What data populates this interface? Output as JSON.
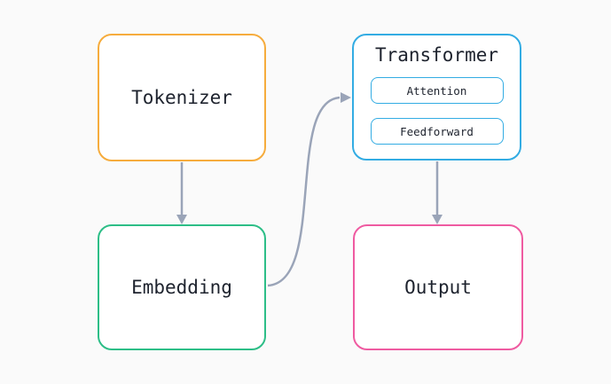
{
  "diagram": {
    "type": "flowchart",
    "background_color": "#fafafa",
    "node_fill_color": "#ffffff",
    "text_color": "#1e232e",
    "arrow_color": "#9aa4b8",
    "nodes": {
      "tokenizer": {
        "label": "Tokenizer",
        "border_color": "#f6ac3d"
      },
      "embedding": {
        "label": "Embedding",
        "border_color": "#2dbe87"
      },
      "transformer": {
        "label": "Transformer",
        "border_color": "#33ace3",
        "children": {
          "attention": {
            "label": "Attention",
            "border_color": "#33ace3"
          },
          "feedforward": {
            "label": "Feedforward",
            "border_color": "#33ace3"
          }
        }
      },
      "output": {
        "label": "Output",
        "border_color": "#ef5ba1"
      }
    },
    "edges": [
      {
        "from": "Tokenizer",
        "to": "Embedding",
        "style": "straight-down"
      },
      {
        "from": "Embedding",
        "to": "Transformer",
        "style": "s-curve"
      },
      {
        "from": "Transformer",
        "to": "Output",
        "style": "straight-down"
      }
    ]
  }
}
